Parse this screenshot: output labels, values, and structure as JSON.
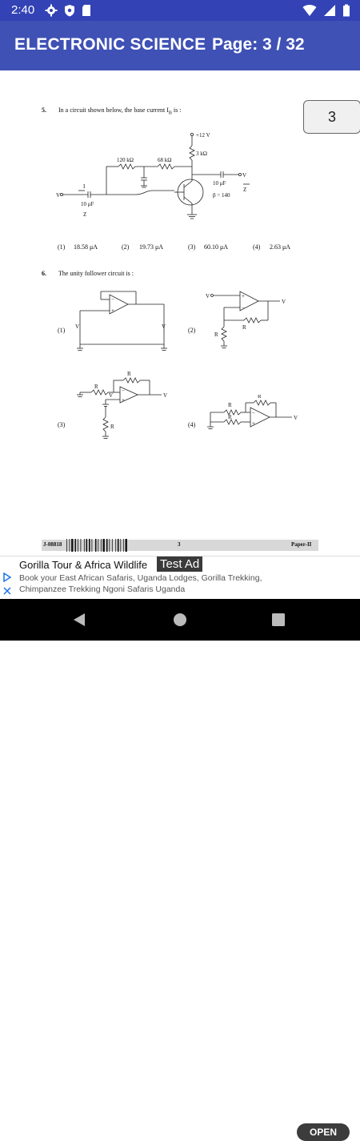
{
  "status": {
    "time": "2:40",
    "icons_left": [
      "settings-icon",
      "shield-icon",
      "sd-card-icon"
    ],
    "icons_right": [
      "wifi-icon",
      "signal-icon",
      "battery-icon"
    ]
  },
  "appbar": {
    "title": "ELECTRONIC SCIENCE",
    "page": "Page: 3 / 32"
  },
  "page_badge": "3",
  "document": {
    "q5": {
      "num": "5.",
      "text": "In a circuit shown below, the base current I",
      "sub": "B",
      "tail": " is :",
      "labels": {
        "vcc": "+12 V",
        "rc": "3 kΩ",
        "r1": "120 kΩ",
        "r2": "68 kΩ",
        "cout": "10 μF",
        "beta": "β = 140",
        "cin": "10 μF",
        "vi": "V",
        "vi_sub": "i",
        "ii": "I",
        "ii_sub": "i",
        "zi": "Z",
        "zi_sub": "i",
        "vo": "V",
        "vo_sub": "o",
        "zo": "Z",
        "zo_sub": "o"
      },
      "options": [
        {
          "num": "(1)",
          "text": "18.58 μA"
        },
        {
          "num": "(2)",
          "text": "19.73 μA"
        },
        {
          "num": "(3)",
          "text": "60.10 μA"
        },
        {
          "num": "(4)",
          "text": "2.63 μA"
        }
      ]
    },
    "q6": {
      "num": "6.",
      "text": "The unity follower circuit is :",
      "options": [
        "(1)",
        "(2)",
        "(3)",
        "(4)"
      ],
      "labels": {
        "vi": "V",
        "vi_sub": "i",
        "vo": "V",
        "vo_sub": "o",
        "rf": "R",
        "rf_sub": "f",
        "ri": "R",
        "ri_sub": "i",
        "rc": "R",
        "rc_sub": "c"
      }
    },
    "footer": {
      "code": "J-08818",
      "page": "3",
      "paper": "Paper-II"
    }
  },
  "ad": {
    "headline": "Gorilla Tour & Africa Wildlife",
    "badge": "Test Ad",
    "body": "Book your East African Safaris, Uganda Lodges, Gorilla Trekking, Chimpanzee Trekking Ngoni Safaris Uganda",
    "cta": "OPEN"
  },
  "navbar": {
    "icons": [
      "back-icon",
      "home-icon",
      "recents-icon"
    ]
  }
}
